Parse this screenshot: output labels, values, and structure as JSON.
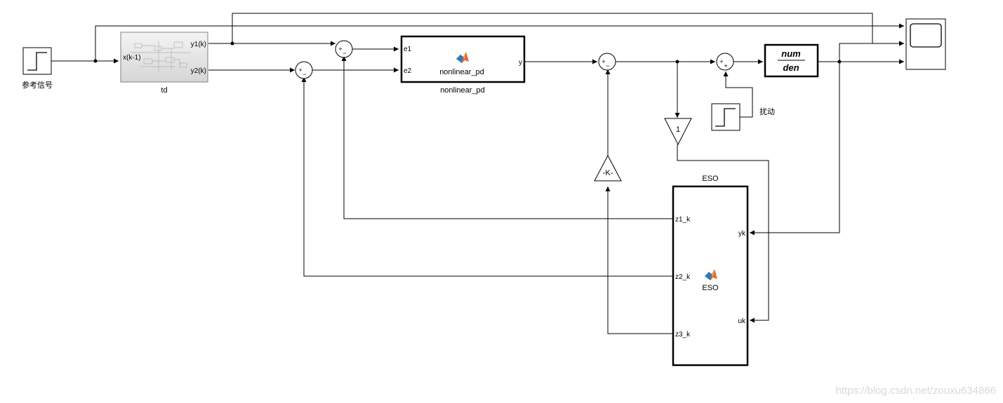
{
  "watermark": "https://blog.csdn.net/zouxu634866",
  "reference": {
    "label": "参考信号"
  },
  "disturbance": {
    "label": "扰动"
  },
  "td": {
    "name": "td",
    "input": "x(k-1)",
    "out1": "y1(k)",
    "out2": "y2(k)"
  },
  "pd": {
    "name": "nonlinear_pd",
    "caption": "nonlinear_pd",
    "in1": "e1",
    "in2": "e2",
    "out": "y"
  },
  "tf": {
    "num": "num",
    "den": "den"
  },
  "gain1": {
    "value": "1"
  },
  "gainK": {
    "value": "-K-"
  },
  "eso": {
    "title": "ESO",
    "name": "ESO",
    "out1": "z1_k",
    "out2": "z2_k",
    "out3": "z3_k",
    "in1": "yk",
    "in2": "uk"
  },
  "sums": {
    "plus": "+",
    "minus": "−"
  }
}
